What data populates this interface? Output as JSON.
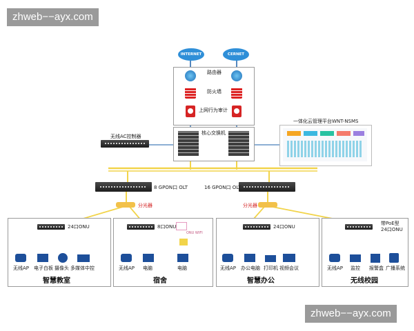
{
  "watermark": "zhweb−−ayx.com",
  "clouds": {
    "internet": "INTERNET",
    "cernet": "CERNET"
  },
  "core": {
    "router": "路由器",
    "firewall": "防火墙",
    "audit": "上网行为审计",
    "core_switch": "核心交换机",
    "ac_controller": "无线AC控制器"
  },
  "cloud_platform": {
    "title": "一体化云管理平台WNT-NSMS"
  },
  "olts": [
    {
      "label": "8 GPON口 OLT"
    },
    {
      "label": "16 GPON口 OLT"
    }
  ],
  "splitters": [
    "分光器",
    "分光器"
  ],
  "zones": [
    {
      "title": "智慧教室",
      "onu": "24口ONU",
      "devices": [
        "无线AP",
        "电子白板",
        "摄像头",
        "多媒体中控"
      ]
    },
    {
      "title": "宿舍",
      "onu": "8口ONU",
      "extra": "ONU WIFI",
      "devices": [
        "无线AP",
        "电脑",
        "电脑"
      ]
    },
    {
      "title": "智慧办公",
      "onu": "24口ONU",
      "devices": [
        "无线AP",
        "办公电脑",
        "打印机",
        "视频会议"
      ]
    },
    {
      "title": "无线校园",
      "onu": "带PoE型\n24口ONU",
      "devices": [
        "无线AP",
        "监控",
        "报警盒",
        "广播系统"
      ]
    }
  ],
  "colors": {
    "fiber": "#f2d44a",
    "link": "#1a5fa8",
    "accent_red": "#d21c1c"
  }
}
